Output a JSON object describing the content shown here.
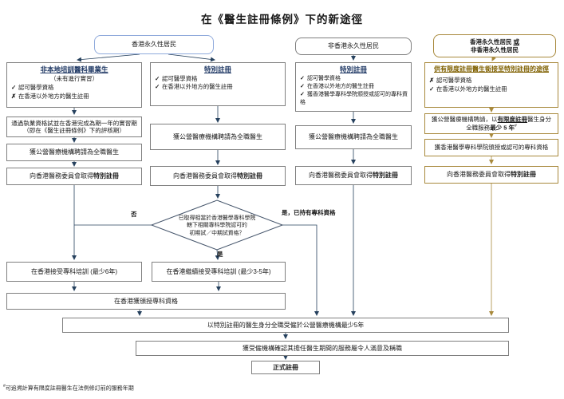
{
  "title": "在《醫生註冊條例》下的新途徑",
  "colors": {
    "navy": "#1F3864",
    "gold": "#A8893C",
    "gray": "#7F7F7F",
    "diamond_border": "#44546A"
  },
  "top": {
    "box1": "香港永久性居民",
    "box2": "非香港永久性居民",
    "box3_line1_pre": "香港永久性居民 ",
    "box3_line1_or": "或",
    "box3_line2": "非香港永久性居民"
  },
  "col1": {
    "header": {
      "title": "非本地培訓醫科畢業生",
      "subtitle": "（未有進行實習）",
      "checks": [
        {
          "mark": "✓",
          "text": "認可醫學資格"
        },
        {
          "mark": "✗",
          "text": "在香港以外地方的醫生註冊"
        }
      ]
    },
    "step1_line1": "通過執業資格試並在香港完成為期一年的實習期",
    "step1_line2": "（即在《醫生註冊條例》下的評核期）",
    "step2": "獲公營醫療機構聘請為全職醫生",
    "step3_pre": "向香港醫務委員會取得",
    "step3_bold": "特別註冊"
  },
  "col2": {
    "header": {
      "title": "特別註冊",
      "checks": [
        {
          "mark": "✓",
          "text": "認可醫學資格"
        },
        {
          "mark": "✓",
          "text": "在香港以外地方的醫生註冊"
        }
      ]
    },
    "step1": "獲公營醫療機構聘請為全職醫生",
    "step2_pre": "向香港醫務委員會取得",
    "step2_bold": "特別註冊"
  },
  "col3": {
    "header": {
      "title": "特別註冊",
      "checks": [
        {
          "mark": "✓",
          "text": "認可醫學資格"
        },
        {
          "mark": "✓",
          "text": "在香港以外地方的醫生註冊"
        },
        {
          "mark": "✓",
          "text": "獲香港醫學專科學院頒授或認可的專科資格"
        }
      ]
    },
    "step1": "獲公營醫療機構聘請為全職醫生",
    "step2_pre": "向香港醫務委員會取得",
    "step2_bold": "特別註冊"
  },
  "col4": {
    "header": {
      "title": "供有限度註冊醫生銜接至特別註冊的途徑",
      "checks": [
        {
          "mark": "✗",
          "text": "認可醫學資格"
        },
        {
          "mark": "✓",
          "text": "在香港以外地方的醫生註冊"
        }
      ]
    },
    "step1_pre": "獲公營醫療機構聘請，以",
    "step1_underline": "有限度註冊",
    "step1_mid": "醫生身分",
    "step1_line2_pre": "全職服務",
    "step1_line2_bold": "最少 5 年",
    "step1_sup": "#",
    "step2": "獲香港醫學專科學院頒授或認可的專科資格",
    "step3_pre": "向香港醫務委員會取得",
    "step3_bold": "特別註冊"
  },
  "decision": {
    "line1": "已取得相當於香港醫學專科學院",
    "line2": "轄下相關專科學院認可的",
    "line3": "初期試／中期試資格？",
    "label_no": "否",
    "label_yes": "是",
    "label_yes_specialist": "是，已持有專科資格"
  },
  "training": {
    "box_no": "在香港接受專科培訓 (最少6年)",
    "box_yes": "在香港繼續接受專科培訓 (最少3-5年)",
    "award": "在香港獲頒授專科資格"
  },
  "bottom": {
    "box1": "以特別註冊的醫生身分全職受僱於公營醫療機構最少5年",
    "box2": "獲受僱機構確認其擔任醫生期間的服務屬令人滿意及稱職",
    "box3": "正式註冊"
  },
  "footnote": {
    "sup": "#",
    "text": "可追溯計算有限度註冊醫生在法例修訂前的服務年期"
  }
}
